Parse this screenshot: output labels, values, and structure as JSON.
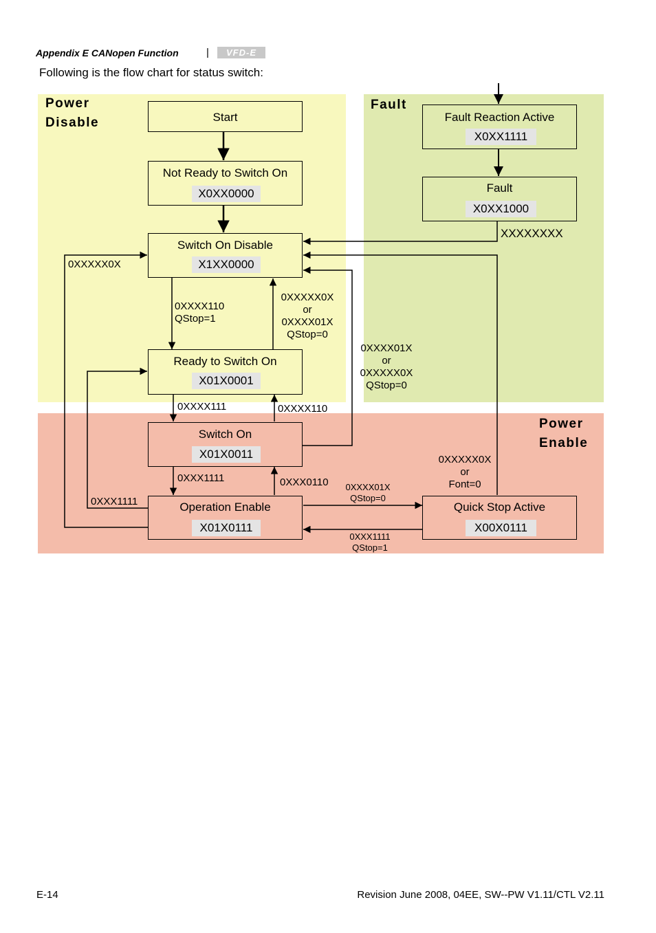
{
  "header": {
    "section": "Appendix E  CANopen Function",
    "separator": "|",
    "logo_text": "VFD-E"
  },
  "intro": "Following is the flow chart for status switch:",
  "regions": {
    "power_disable": "Power\nDisable",
    "fault": "Fault",
    "power_enable": "Power\nEnable"
  },
  "colors": {
    "power_disable_bg": "#f8f8be",
    "fault_bg": "#e0eab0",
    "power_enable_bg": "#f4bcaa",
    "code_bg": "#e4e4e4"
  },
  "states": {
    "start": {
      "title": "Start"
    },
    "not_ready": {
      "title": "Not Ready to Switch On",
      "code": "X0XX0000"
    },
    "switch_on_disable": {
      "title": "Switch On Disable",
      "code": "X1XX0000"
    },
    "ready": {
      "title": "Ready to Switch On",
      "code": "X01X0001"
    },
    "switch_on": {
      "title": "Switch On",
      "code": "X01X0011"
    },
    "operation_enable": {
      "title": "Operation Enable",
      "code": "X01X0111"
    },
    "fault_reaction": {
      "title": "Fault Reaction Active",
      "code": "X0XX1111"
    },
    "fault": {
      "title": "Fault",
      "code": "X0XX1000"
    },
    "quick_stop": {
      "title": "Quick Stop Active",
      "code": "X00X0111"
    }
  },
  "transitions": {
    "fault_to_disable": "XXXXXXXX",
    "op_to_disable": "0XXXXX0X",
    "disable_to_ready": "0XXXX110\nQStop=1",
    "ready_to_disable": "0XXXXX0X\nor\n0XXXX01X\nQStop=0",
    "on_to_disable": "0XXXX01X\nor\n0XXXXX0X\nQStop=0",
    "ready_to_on": "0XXXX111",
    "on_to_ready": "0XXXX110",
    "on_to_op": "0XXX1111",
    "op_to_on": "0XXX0110",
    "op_to_ready": "0XXX1111",
    "op_to_quick": "0XXXX01X\nQStop=0",
    "quick_to_op": "0XXX1111\nQStop=1",
    "quick_to_disable": "0XXXXX0X\nor\nFont=0"
  },
  "footer": {
    "page": "E-14",
    "revision": "Revision June 2008, 04EE, SW--PW V1.11/CTL V2.11"
  }
}
